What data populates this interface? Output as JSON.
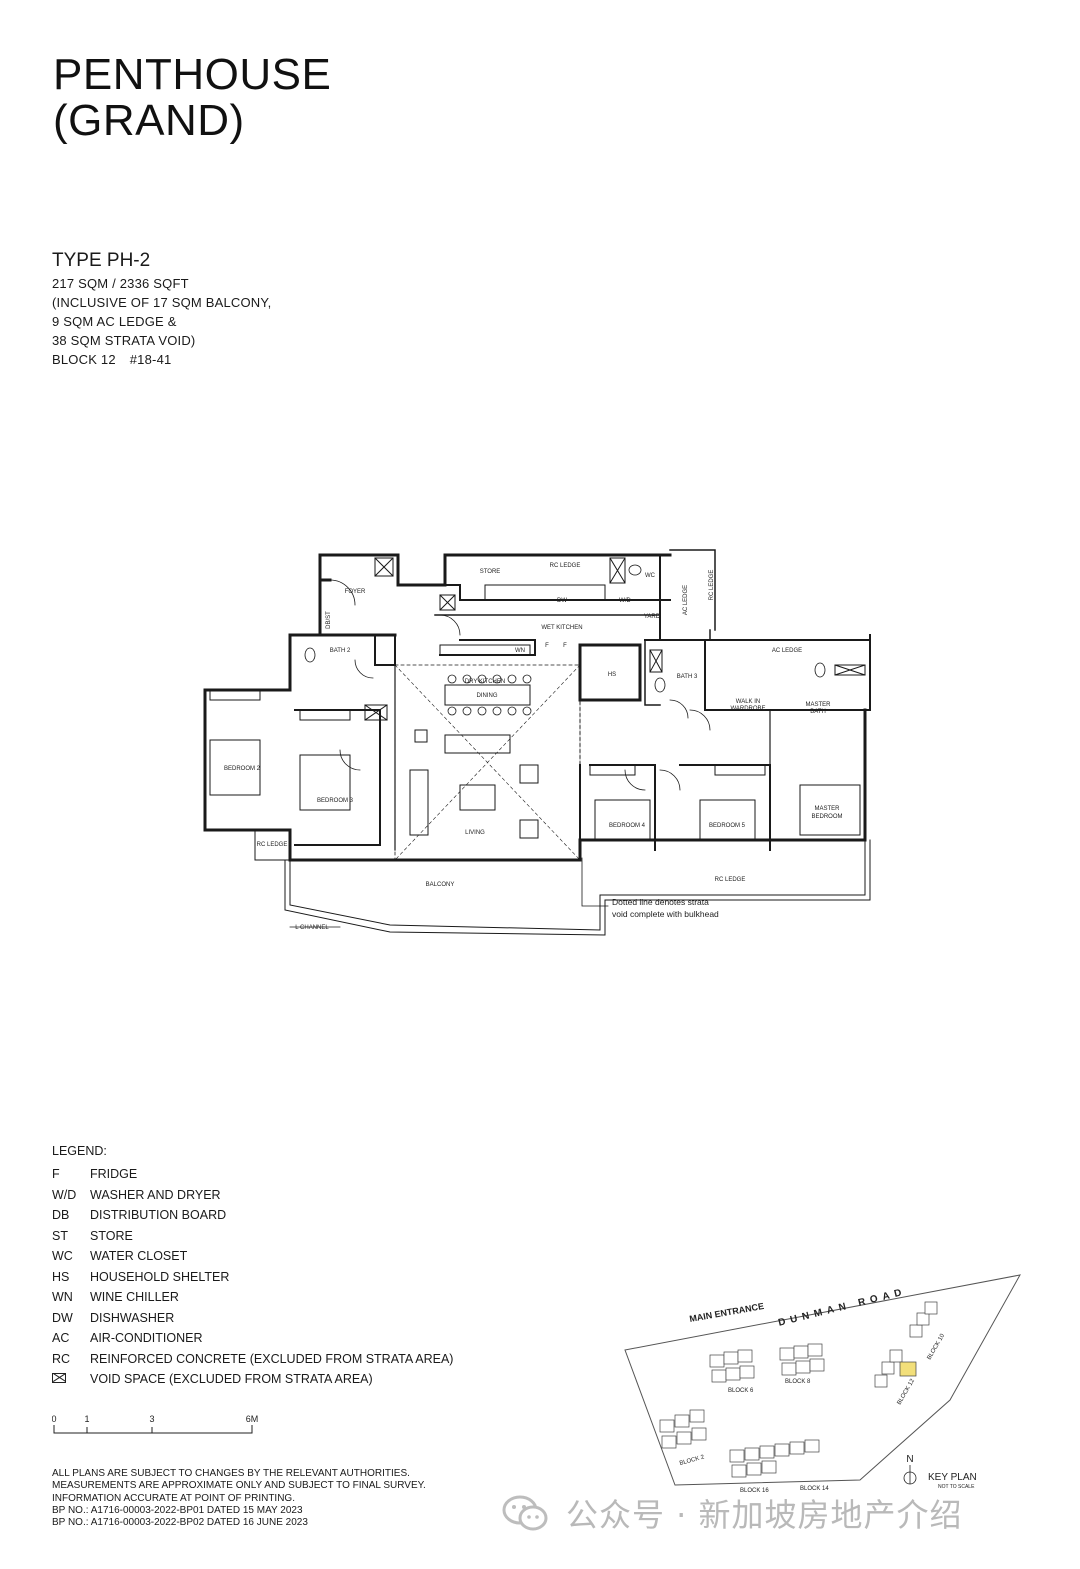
{
  "title": {
    "line1": "PENTHOUSE",
    "line2": "(GRAND)"
  },
  "unit": {
    "type": "TYPE PH-2",
    "area": "217 SQM / 2336 SQFT",
    "incl1": "(INCLUSIVE OF 17 SQM BALCONY,",
    "incl2": "9 SQM AC LEDGE &",
    "incl3": "38 SQM STRATA VOID)",
    "block": "BLOCK 12",
    "unit_no": "#18-41"
  },
  "plan_labels": {
    "store": "STORE",
    "rc_ledge_top": "RC LEDGE",
    "wc": "WC",
    "foyer": "FOYER",
    "dw": "DW",
    "wd": "W/D",
    "yard": "YARD",
    "ac_ledge_v": "AC LEDGE",
    "rc_ledge_v": "RC LEDGE",
    "dbst": "DB/ST",
    "wet_kitchen": "WET KITCHEN",
    "bath2": "BATH 2",
    "wn": "WN",
    "f1": "F",
    "f2": "F",
    "hs": "HS",
    "bath3": "BATH 3",
    "ac_ledge": "AC LEDGE",
    "dry_kitchen": "DRY KITCHEN",
    "dining": "DINING",
    "walk_in1": "WALK IN",
    "walk_in2": "WARDROBE",
    "master_bath1": "MASTER",
    "master_bath2": "BATH",
    "bedroom2": "BEDROOM 2",
    "bedroom3": "BEDROOM 3",
    "living": "LIVING",
    "bedroom4": "BEDROOM 4",
    "bedroom5": "BEDROOM 5",
    "master_bed1": "MASTER",
    "master_bed2": "BEDROOM",
    "rc_ledge_left": "RC LEDGE",
    "rc_ledge_bottom": "RC LEDGE",
    "balcony": "BALCONY",
    "l_channel": "L CHANNEL",
    "note1": "Dotted line denotes strata",
    "note2": "void complete with bulkhead"
  },
  "legend": {
    "title": "LEGEND:",
    "items": [
      {
        "code": "F",
        "desc": "FRIDGE"
      },
      {
        "code": "W/D",
        "desc": "WASHER AND DRYER"
      },
      {
        "code": "DB",
        "desc": "DISTRIBUTION BOARD"
      },
      {
        "code": "ST",
        "desc": "STORE"
      },
      {
        "code": "WC",
        "desc": "WATER CLOSET"
      },
      {
        "code": "HS",
        "desc": "HOUSEHOLD SHELTER"
      },
      {
        "code": "WN",
        "desc": "WINE CHILLER"
      },
      {
        "code": "DW",
        "desc": "DISHWASHER"
      },
      {
        "code": "AC",
        "desc": "AIR-CONDITIONER"
      },
      {
        "code": "RC",
        "desc": "REINFORCED CONCRETE (EXCLUDED FROM STRATA AREA)"
      }
    ],
    "void_desc": "VOID SPACE (EXCLUDED FROM STRATA AREA)",
    "void_icon": "void-space-icon"
  },
  "scale": {
    "t0": "0",
    "t1": "1",
    "t3": "3",
    "t6": "6M"
  },
  "notes": {
    "line1": "ALL PLANS ARE SUBJECT TO CHANGES BY THE RELEVANT AUTHORITIES.",
    "line2": "MEASUREMENTS ARE APPROXIMATE ONLY AND SUBJECT TO FINAL SURVEY.",
    "line3": "INFORMATION ACCURATE AT POINT OF PRINTING.",
    "line4": "BP NO.: A1716-00003-2022-BP01 DATED 15 MAY 2023",
    "line5": "BP NO.: A1716-00003-2022-BP02 DATED 16 JUNE 2023"
  },
  "keyplan": {
    "road": "DUNMAN ROAD",
    "main_entrance": "MAIN ENTRANCE",
    "block6": "BLOCK 6",
    "block8": "BLOCK 8",
    "block2": "BLOCK 2",
    "block14": "BLOCK 14",
    "block16": "BLOCK 16",
    "block12": "BLOCK 12",
    "block10": "BLOCK 10",
    "north": "N",
    "title": "KEY PLAN",
    "subtitle": "NOT TO SCALE",
    "highlight_color": "#f2df7a"
  },
  "watermark": {
    "text": "公众号 · 新加坡房地产介绍"
  }
}
